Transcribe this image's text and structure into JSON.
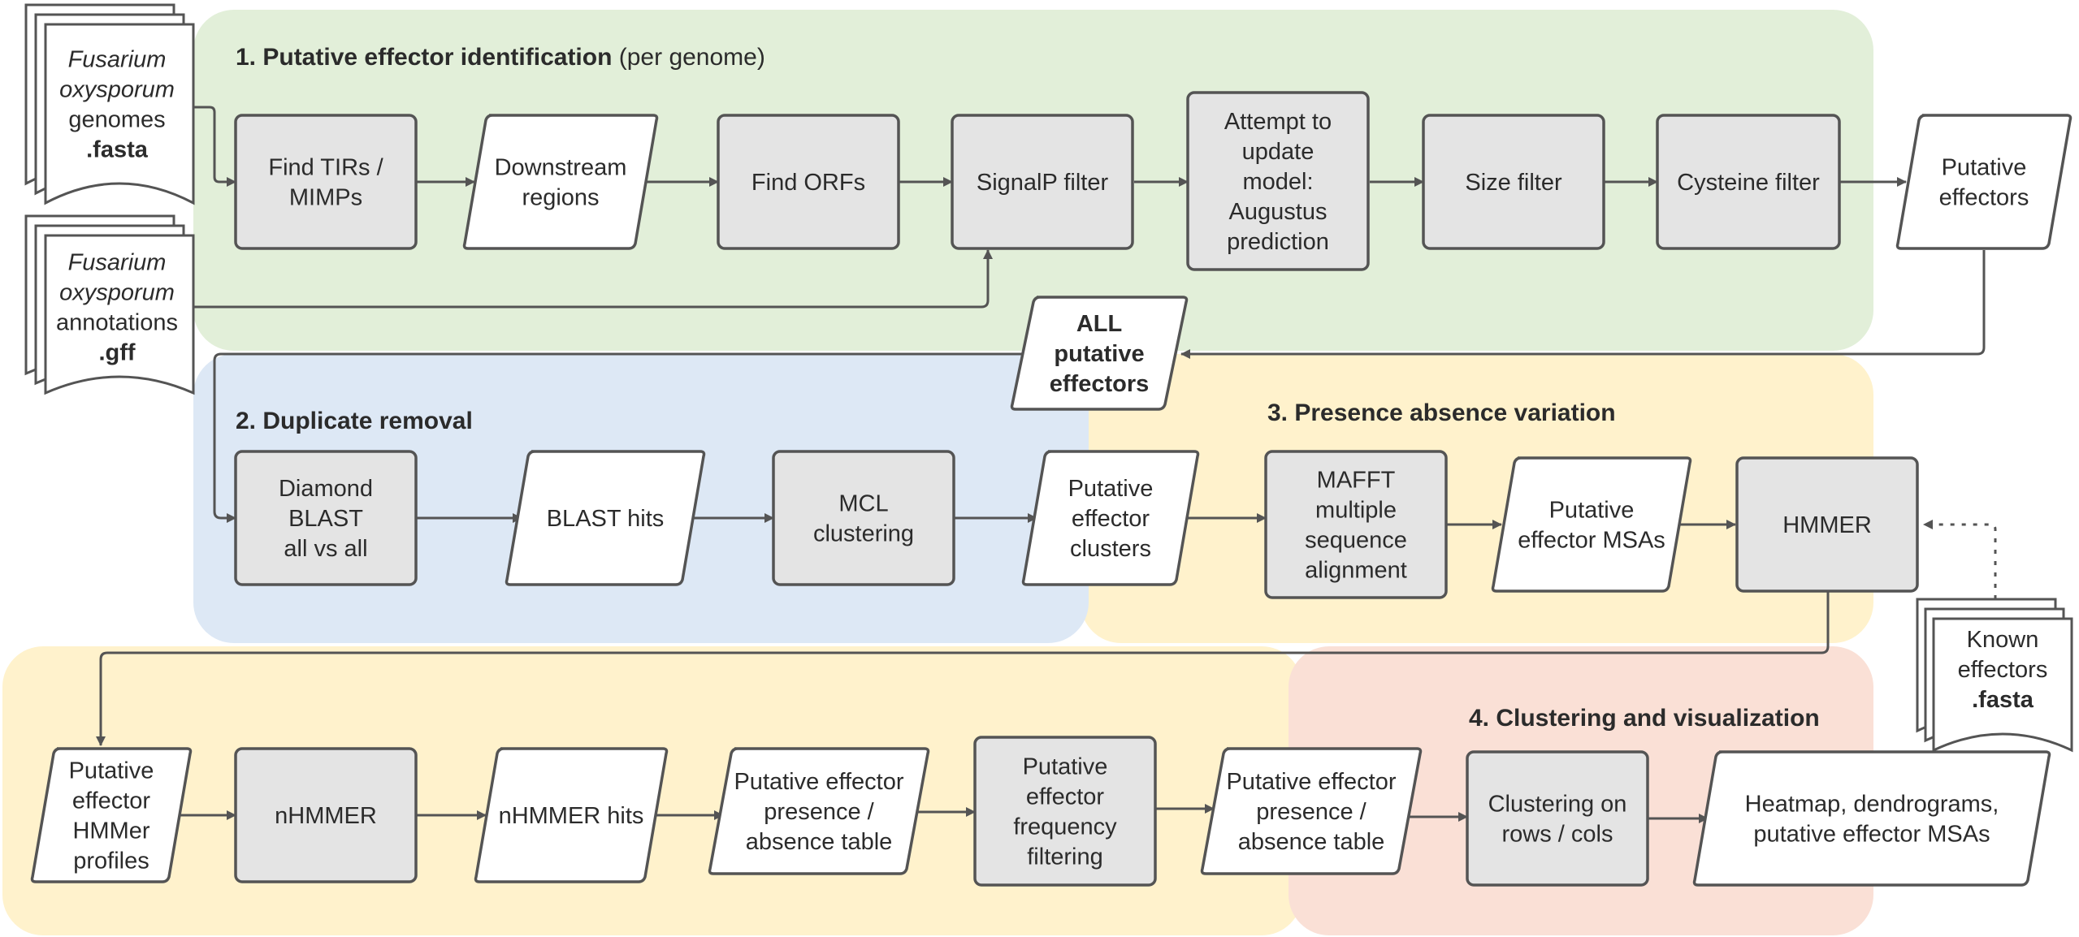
{
  "colors": {
    "section1": "#e2efd9",
    "section2": "#dde8f5",
    "section3": "#fff2cc",
    "section4": "#fae0d6",
    "process_fill": "#e4e4e4",
    "stroke": "#545454",
    "text": "#2b2b2b"
  },
  "sections": {
    "s1": {
      "title_bold": "1. Putative effector identification",
      "title_rest": " (per genome)"
    },
    "s2": {
      "title_bold": "2. Duplicate removal",
      "title_rest": ""
    },
    "s3": {
      "title_bold": "3. Presence absence variation",
      "title_rest": ""
    },
    "s4": {
      "title_bold": "4. Clustering and visualization",
      "title_rest": ""
    }
  },
  "inputs": {
    "genomes": [
      {
        "text": "Fusarium",
        "style": "italic"
      },
      {
        "text": "oxysporum",
        "style": "italic"
      },
      {
        "text": "genomes",
        "style": "normal"
      },
      {
        "text": ".fasta",
        "style": "bold"
      }
    ],
    "annotations": [
      {
        "text": "Fusarium",
        "style": "italic"
      },
      {
        "text": "oxysporum",
        "style": "italic"
      },
      {
        "text": "annotations",
        "style": "normal"
      },
      {
        "text": ".gff",
        "style": "bold"
      }
    ],
    "known_effectors": [
      {
        "text": "Known",
        "style": "normal"
      },
      {
        "text": "effectors",
        "style": "normal"
      },
      {
        "text": ".fasta",
        "style": "bold"
      }
    ]
  },
  "nodes": {
    "find_tirs": [
      "Find TIRs /",
      "MIMPs"
    ],
    "downstream_regions": [
      "Downstream",
      "regions"
    ],
    "find_orfs": [
      "Find ORFs"
    ],
    "signalp_filter": [
      "SignalP filter"
    ],
    "augustus": [
      "Attempt to",
      "update",
      "model:",
      "Augustus",
      "prediction"
    ],
    "size_filter": [
      "Size filter"
    ],
    "cysteine_filter": [
      "Cysteine filter"
    ],
    "putative_effectors": [
      "Putative",
      "effectors"
    ],
    "all_putative_effectors": [
      "ALL",
      "putative",
      "effectors"
    ],
    "diamond_blast": [
      "Diamond",
      "BLAST",
      "all vs all"
    ],
    "blast_hits": [
      "BLAST hits"
    ],
    "mcl_clustering": [
      "MCL",
      "clustering"
    ],
    "effector_clusters": [
      "Putative",
      "effector",
      "clusters"
    ],
    "mafft": [
      "MAFFT",
      "multiple",
      "sequence",
      "alignment"
    ],
    "effector_msas": [
      "Putative",
      "effector MSAs"
    ],
    "hmmer": [
      "HMMER"
    ],
    "hmmer_profiles": [
      "Putative",
      "effector",
      "HMMer",
      "profiles"
    ],
    "nhmmer": [
      "nHMMER"
    ],
    "nhmmer_hits": [
      "nHMMER hits"
    ],
    "pa_table_1": [
      "Putative effector",
      "presence /",
      "absence table"
    ],
    "frequency_filtering": [
      "Putative",
      "effector",
      "frequency",
      "filtering"
    ],
    "pa_table_2": [
      "Putative effector",
      "presence /",
      "absence table"
    ],
    "clustering_rows_cols": [
      "Clustering on",
      "rows / cols"
    ],
    "heatmap": [
      "Heatmap, dendrograms,",
      "putative effector MSAs"
    ]
  }
}
